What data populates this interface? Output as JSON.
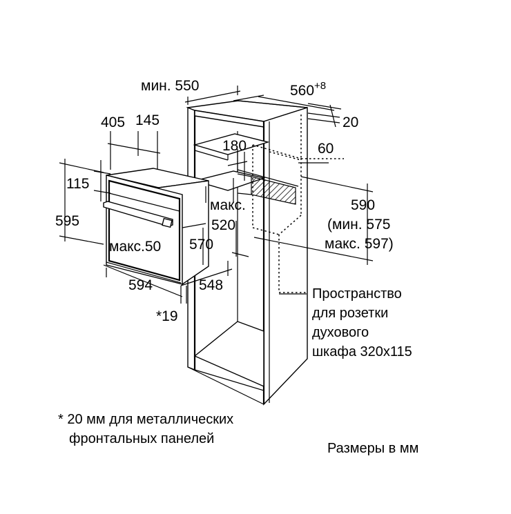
{
  "dimensions": {
    "min_550": "мин. 550",
    "w560": "560",
    "w560_sup": "+8",
    "d20": "20",
    "d180": "180",
    "d60": "60",
    "d405": "405",
    "d145": "145",
    "d115": "115",
    "d595": "595",
    "max_label": "макс.",
    "d520": "520",
    "max50": "макс.50",
    "d570": "570",
    "d594": "594",
    "d548": "548",
    "star19": "*19",
    "h590": "590",
    "min575": "(мин. 575",
    "max597": "макс. 597)"
  },
  "socket_note": [
    "Пространство",
    "для розетки",
    "духового",
    "шкафа 320x115"
  ],
  "footnote": [
    "* 20 мм для металлических",
    "фронтальных панелей"
  ],
  "units_note": "Размеры в мм"
}
